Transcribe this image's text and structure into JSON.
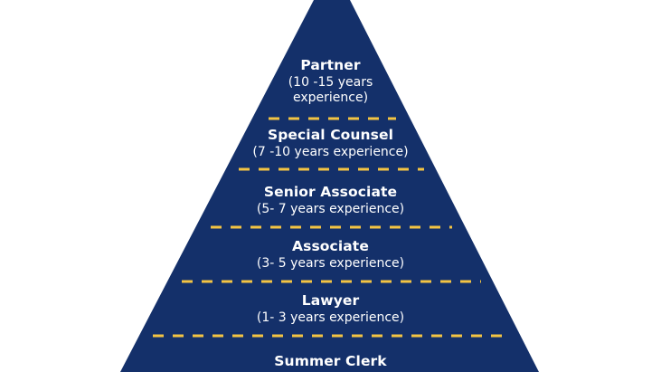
{
  "diagram": {
    "colors": {
      "fill": "#14306a",
      "divider": "#f3c443",
      "text": "#ffffff",
      "background": "#ffffff"
    },
    "tiers": [
      {
        "title": "Partner",
        "subtitle": "(10 -15 years experience)"
      },
      {
        "title": "Special Counsel",
        "subtitle": "(7 -10 years experience)"
      },
      {
        "title": "Senior Associate",
        "subtitle": "(5- 7 years experience)"
      },
      {
        "title": "Associate",
        "subtitle": "(3- 5 years experience)"
      },
      {
        "title": "Lawyer",
        "subtitle": "(1- 3 years experience)"
      },
      {
        "title": "Summer Clerk",
        "subtitle": ""
      }
    ]
  }
}
